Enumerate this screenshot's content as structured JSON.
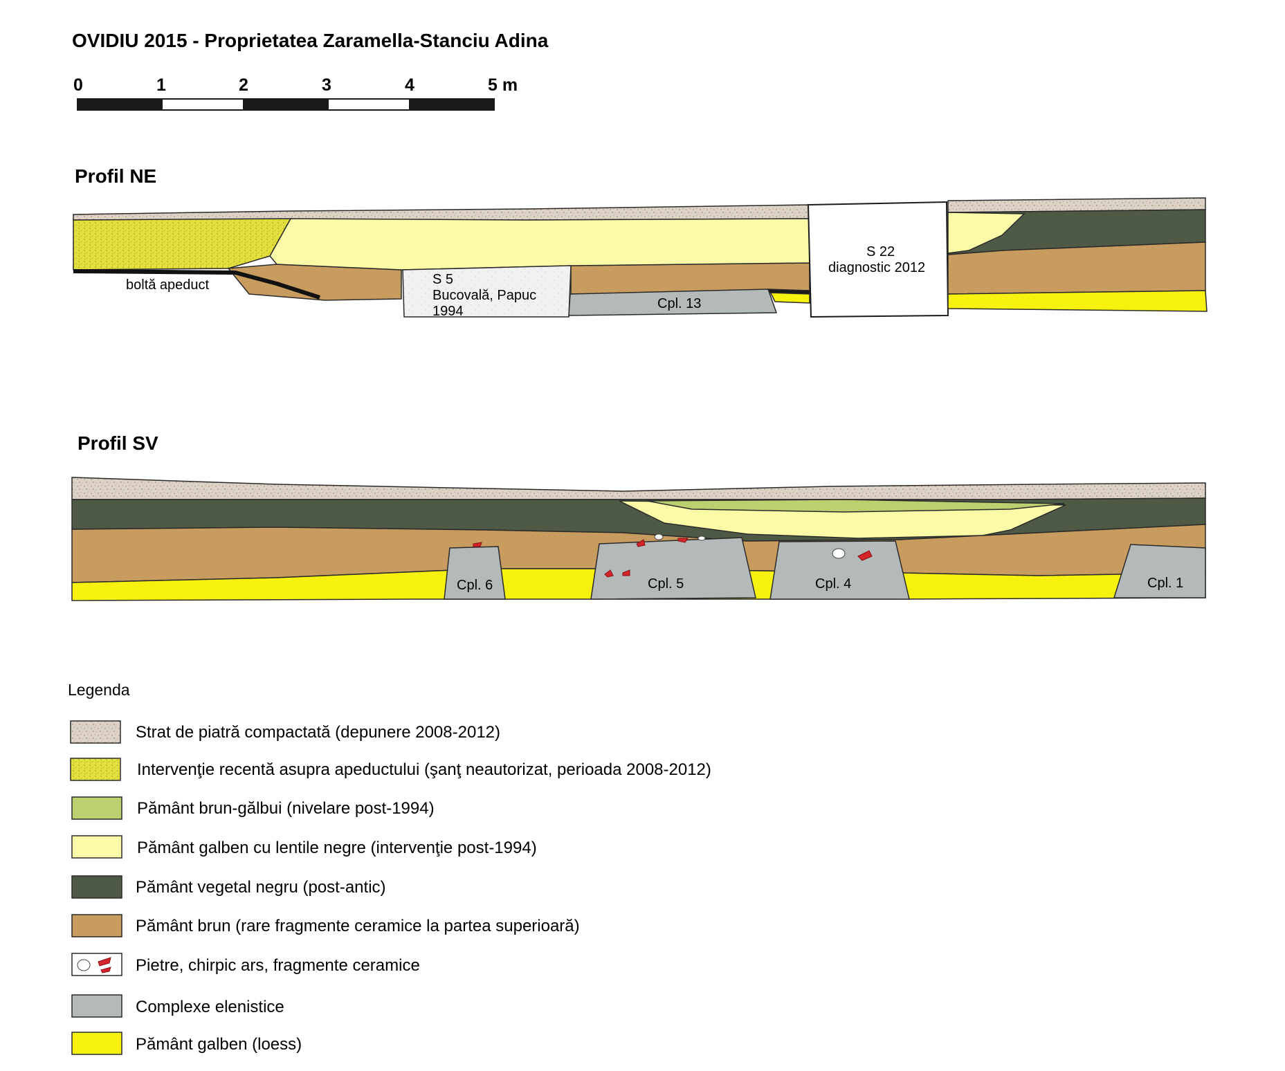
{
  "title": "OVIDIU 2015 - Proprietatea Zaramella-Stanciu Adina",
  "scale": {
    "ticks": [
      "0",
      "1",
      "2",
      "3",
      "4",
      "5 m"
    ]
  },
  "profile_ne": {
    "heading": "Profil NE",
    "labels": {
      "bolta": "boltă apeduct",
      "s5_line1": "S 5",
      "s5_line2": "Bucovală, Papuc",
      "s5_line3": "1994",
      "cpl13": "Cpl. 13",
      "s22_line1": "S 22",
      "s22_line2": "diagnostic 2012"
    }
  },
  "profile_sv": {
    "heading": "Profil SV",
    "labels": {
      "cpl6": "Cpl. 6",
      "cpl5": "Cpl. 5",
      "cpl4": "Cpl. 4",
      "cpl1": "Cpl. 1"
    }
  },
  "legend": {
    "title": "Legenda",
    "items": [
      {
        "label": "Strat de piatră compactată (depunere 2008-2012)",
        "color": "#ddd2c6"
      },
      {
        "label": "Intervenţie recentă asupra apeductului (şanţ neautorizat, perioada 2008-2012)",
        "color": "#e3df3d"
      },
      {
        "label": "Pământ brun-gălbui (nivelare post-1994)",
        "color": "#bdd070"
      },
      {
        "label": "Pământ galben cu lentile negre (intervenţie post-1994)",
        "color": "#fbfaa6"
      },
      {
        "label": "Pământ vegetal negru (post-antic)",
        "color": "#4e5a45"
      },
      {
        "label": "Pământ brun (rare fragmente ceramice la partea superioară)",
        "color": "#c89c5e"
      },
      {
        "label": "Pietre, chirpic ars, fragmente ceramice",
        "color": "#ffffff"
      },
      {
        "label": "Complexe elenistice",
        "color": "#b3bab9"
      },
      {
        "label": "Pământ galben (loess)",
        "color": "#f6f20e"
      }
    ]
  }
}
